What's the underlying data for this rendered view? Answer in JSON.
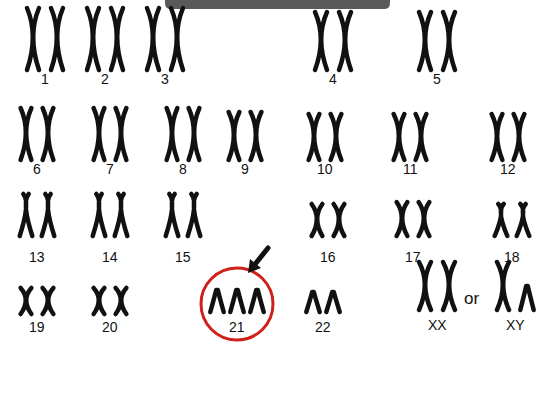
{
  "diagram": {
    "labels": [
      "1",
      "2",
      "3",
      "4",
      "5",
      "6",
      "7",
      "8",
      "9",
      "10",
      "11",
      "12",
      "13",
      "14",
      "15",
      "16",
      "17",
      "18",
      "19",
      "20",
      "21",
      "22",
      "XX",
      "or",
      "XY"
    ]
  }
}
